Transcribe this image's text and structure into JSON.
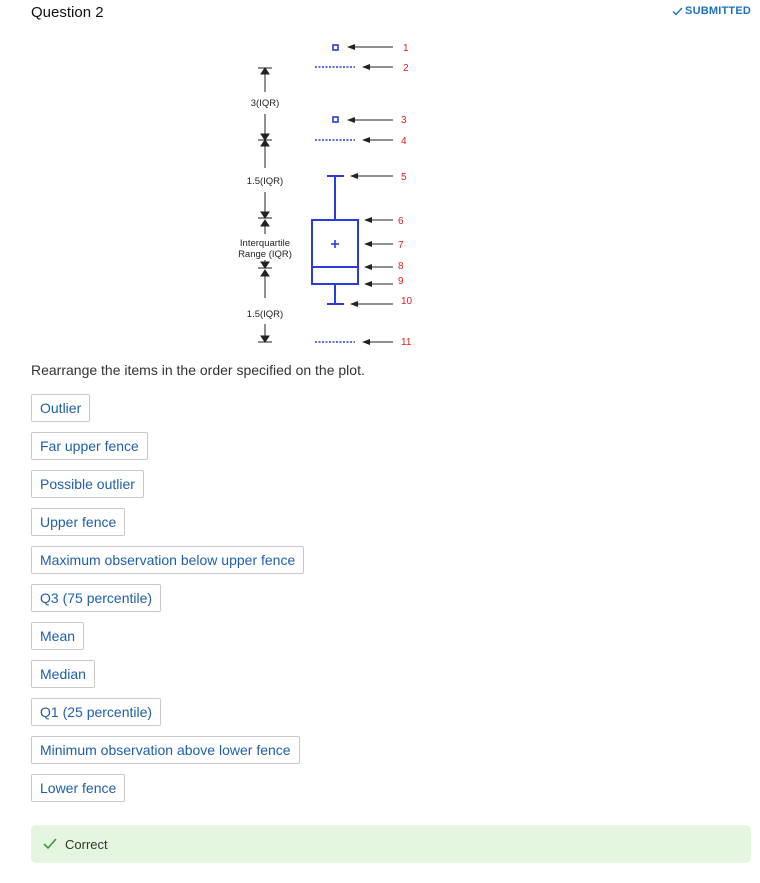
{
  "question": {
    "title": "Question 2",
    "status": "SUBMITTED",
    "prompt": "Rearrange the items in the order specified on the plot."
  },
  "figure": {
    "labels": {
      "iqr3": "3(IQR)",
      "iqr15_upper": "1.5(IQR)",
      "iqr_line1": "Interquartile",
      "iqr_line2": "Range (IQR)",
      "iqr15_lower": "1.5(IQR)"
    },
    "pointer_numbers": [
      "1",
      "2",
      "3",
      "4",
      "5",
      "6",
      "7",
      "8",
      "9",
      "10",
      "11"
    ],
    "colors": {
      "plot": "#2b3be0",
      "numbers": "#e02020",
      "arrows": "#222222"
    }
  },
  "items": [
    "Outlier",
    "Far upper fence",
    "Possible outlier",
    "Upper fence",
    "Maximum observation below upper fence",
    "Q3 (75 percentile)",
    "Mean",
    "Median",
    "Q1 (25 percentile)",
    "Minimum observation above lower fence",
    "Lower fence"
  ],
  "feedback": {
    "text": "Correct",
    "color": "#e4f6df",
    "icon": "check-icon"
  }
}
